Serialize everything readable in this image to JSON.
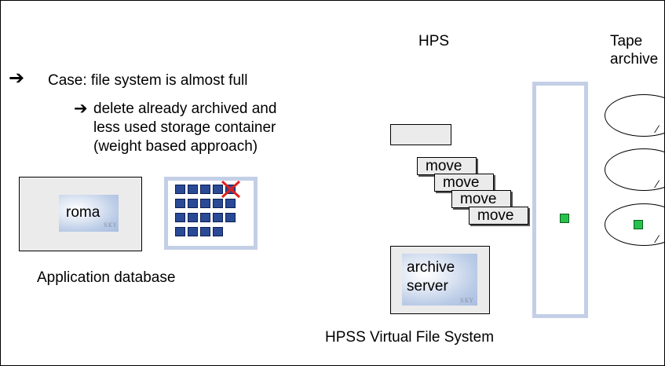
{
  "labels": {
    "hps": "HPS",
    "tape_line1": "Tape",
    "tape_line2": "archive",
    "case": "Case: file system is almost full",
    "delete_line1": "delete already archived and",
    "delete_line2": "less used storage container",
    "delete_line3": "(weight based approach)",
    "roma": "roma",
    "app_db": "Application database",
    "archive_line1": "archive",
    "archive_line2": "server",
    "hpss": "HPSS Virtual File System",
    "sky_mark": "SKY"
  },
  "move_labels": [
    "move",
    "move",
    "move",
    "move"
  ],
  "icons": {
    "bullet": "right-arrow-icon",
    "sub_bullet": "right-arrow-icon",
    "removed": "red-x-icon"
  },
  "colors": {
    "container_blue": "#2a4a95",
    "frame_blue": "#c3cfe6",
    "box_grey": "#ebebeb",
    "data_green": "#27c24b",
    "cross_red": "#e02020"
  }
}
